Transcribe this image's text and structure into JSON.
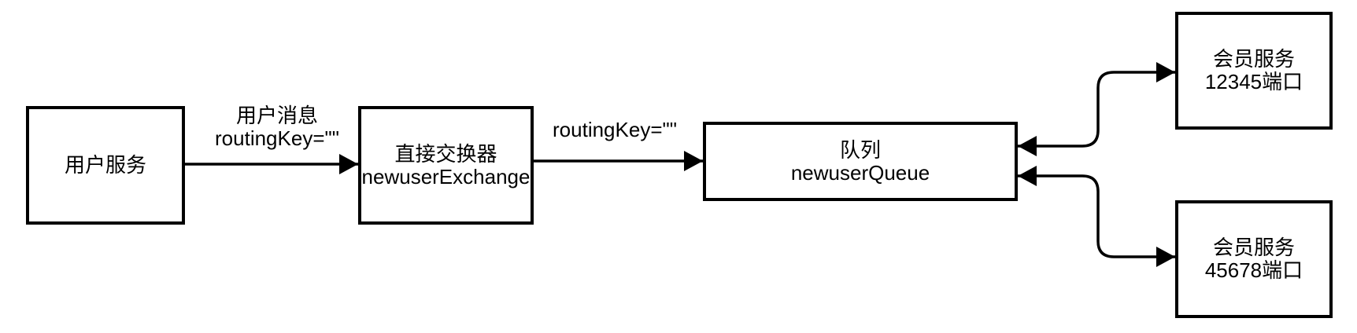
{
  "diagram": {
    "nodes": {
      "user_service": {
        "line1": "用户服务"
      },
      "exchange": {
        "line1": "直接交换器",
        "line2": "newuserExchange"
      },
      "queue": {
        "line1": "队列",
        "line2": "newuserQueue"
      },
      "member_service_1": {
        "line1": "会员服务",
        "line2": "12345端口"
      },
      "member_service_2": {
        "line1": "会员服务",
        "line2": "45678端口"
      }
    },
    "edge_labels": {
      "publish": {
        "line1": "用户消息",
        "line2": "routingKey=\"\""
      },
      "bind": {
        "line1": "routingKey=\"\""
      }
    },
    "colors": {
      "stroke": "#000000",
      "text": "#000000",
      "background": "#ffffff"
    }
  }
}
